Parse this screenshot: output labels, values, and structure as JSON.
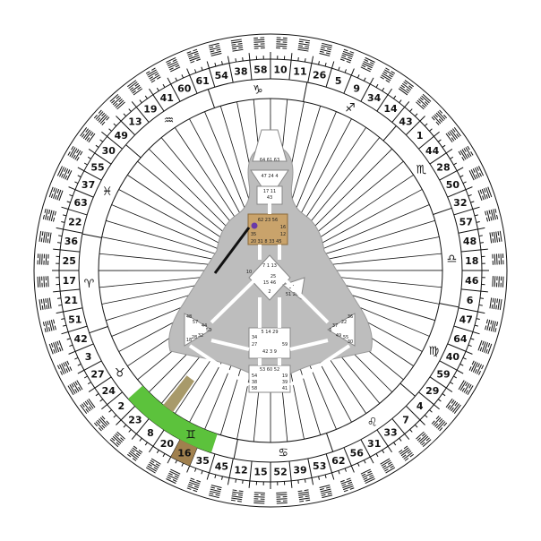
{
  "wheel": {
    "gates_clockwise_from_top": [
      "10",
      "11",
      "26",
      "5",
      "9",
      "34",
      "14",
      "43",
      "1",
      "44",
      "28",
      "50",
      "32",
      "57",
      "48",
      "18",
      "46",
      "6",
      "47",
      "64",
      "40",
      "59",
      "29",
      "4",
      "7",
      "33",
      "31",
      "56",
      "62",
      "53",
      "39",
      "52",
      "15",
      "12",
      "45",
      "35",
      "16",
      "20",
      "8",
      "23",
      "2",
      "24",
      "27",
      "3",
      "42",
      "51",
      "21",
      "17",
      "25",
      "36",
      "22",
      "63",
      "37",
      "55",
      "30",
      "49",
      "13",
      "19",
      "41",
      "60",
      "61",
      "54",
      "38",
      "58"
    ],
    "zodiac_signs": [
      {
        "glyph": "♐",
        "name": "sagittarius"
      },
      {
        "glyph": "♏",
        "name": "scorpio"
      },
      {
        "glyph": "♎",
        "name": "libra"
      },
      {
        "glyph": "♍",
        "name": "virgo"
      },
      {
        "glyph": "♌",
        "name": "leo"
      },
      {
        "glyph": "♋",
        "name": "cancer"
      },
      {
        "glyph": "♊",
        "name": "gemini"
      },
      {
        "glyph": "♉",
        "name": "taurus"
      },
      {
        "glyph": "♈",
        "name": "aries"
      },
      {
        "glyph": "♓",
        "name": "pisces"
      },
      {
        "glyph": "♒",
        "name": "aquarius"
      },
      {
        "glyph": "♑",
        "name": "capricorn"
      }
    ],
    "highlighted_gate": "16",
    "highlighted_sign_glyph": "♊",
    "colors": {
      "highlight_green": "#5cc23c",
      "highlight_tan": "#a89a6a",
      "highlight_brown": "#a0804e",
      "body_grey": "#bdbdbd",
      "head_center": "#c9a36b",
      "line_black": "#111111"
    }
  },
  "bodygraph": {
    "head_gates": [
      "64 61 63"
    ],
    "ajna_gates": [
      "47 24 4"
    ],
    "throat_gates": [
      "17 11",
      "43"
    ],
    "g_gates": [
      "62 23 56",
      "16",
      "35",
      "20",
      "12",
      "31 8 33 45"
    ],
    "identity_gates": [
      "7 1 13",
      "10",
      "15 46",
      "2",
      "25",
      "21",
      "51 26",
      "40"
    ],
    "spleen_gates": [
      "48",
      "57",
      "44",
      "50",
      "32",
      "18",
      "28"
    ],
    "solar_gates": [
      "36",
      "22",
      "37",
      "6",
      "49",
      "55",
      "30"
    ],
    "sacral_gates": [
      "5 14 29",
      "34",
      "59",
      "27",
      "42 3 9"
    ],
    "root_gates": [
      "53 60 52",
      "54",
      "19",
      "38",
      "39",
      "58",
      "41"
    ]
  }
}
